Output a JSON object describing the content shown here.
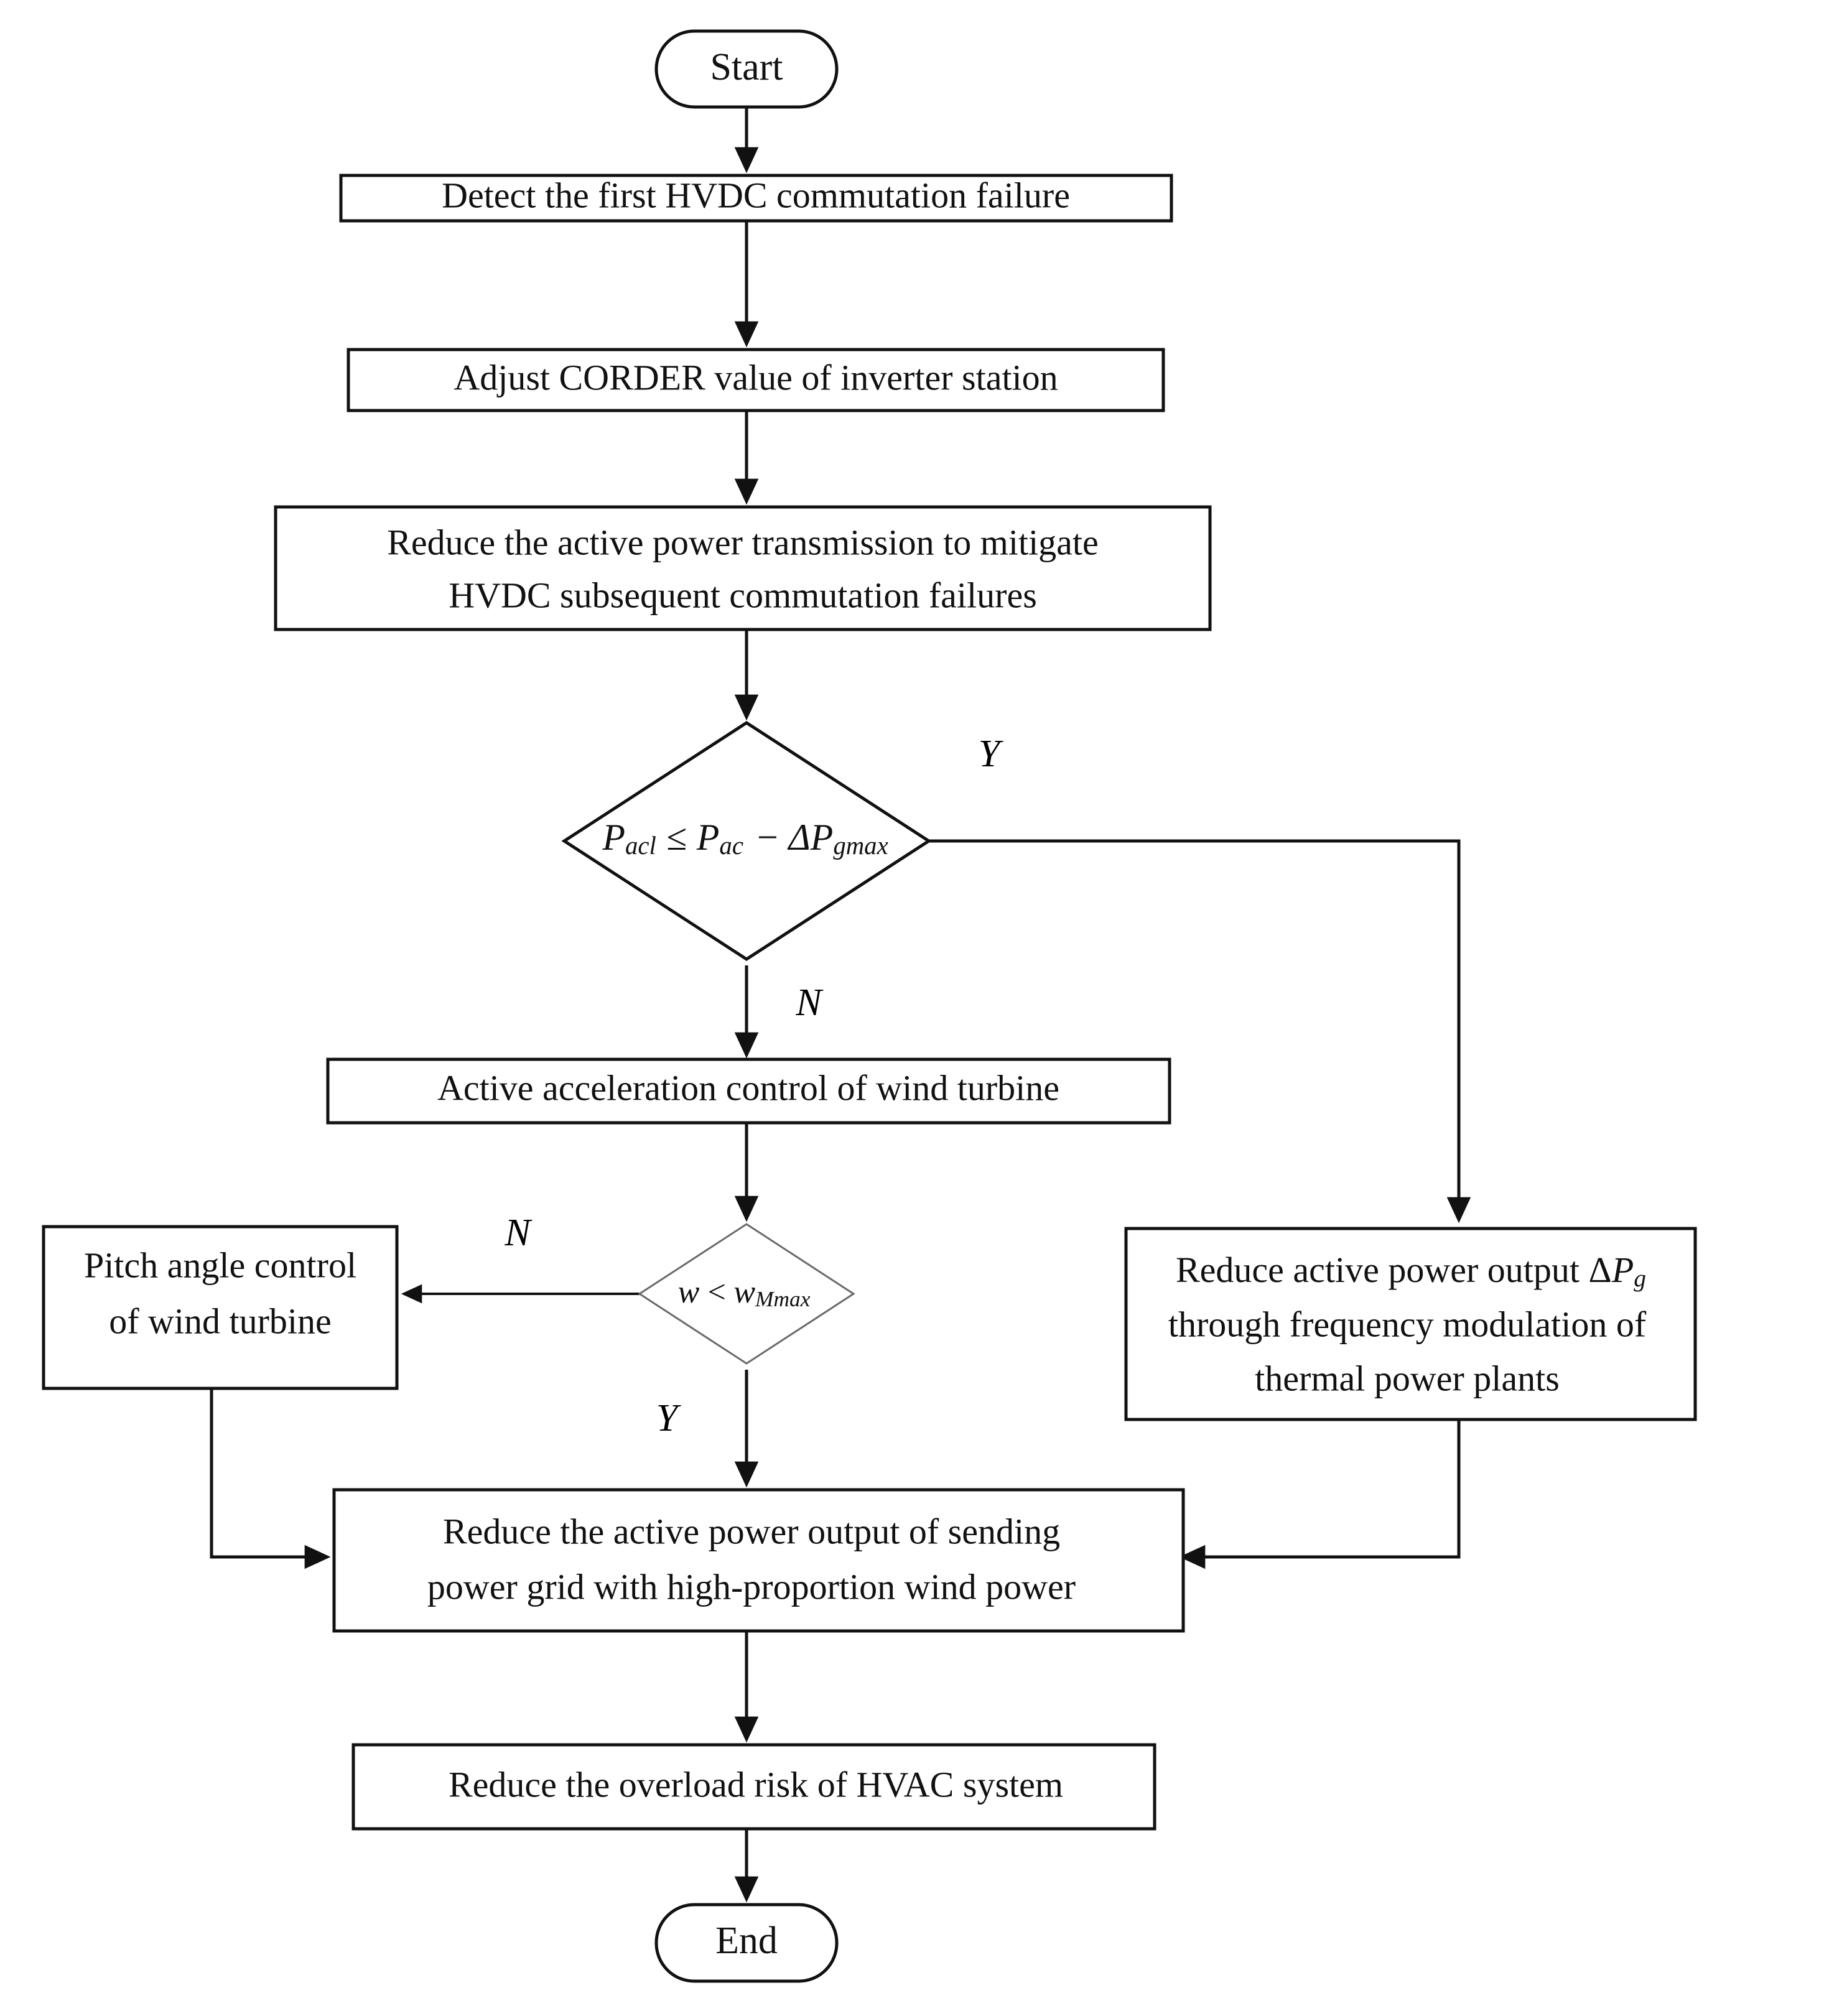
{
  "diagram": {
    "type": "flowchart",
    "orientation": "top-to-bottom",
    "nodes": {
      "start": {
        "id": "start",
        "shape": "terminator",
        "label": "Start"
      },
      "detect": {
        "id": "detect",
        "shape": "process",
        "label": "Detect the first HVDC commutation failure"
      },
      "corder": {
        "id": "corder",
        "shape": "process",
        "label": "Adjust CORDER value of inverter station"
      },
      "reduce_transmission": {
        "id": "reduce_transmission",
        "shape": "process",
        "line1": "Reduce the  active power transmission to mitigate",
        "line2": "HVDC subsequent commutation failures"
      },
      "decision_power": {
        "id": "decision_power",
        "shape": "decision",
        "formula_plain": "P_acl ≤ P_ac − ΔP_gmax",
        "lhs_var": "P",
        "lhs_sub": "ac",
        "lhs_sub_italic": "l",
        "operator": "≤",
        "rhs_var1": "P",
        "rhs_sub1": "ac",
        "minus": "−",
        "delta": "Δ",
        "rhs_var2": "P",
        "rhs_sub2": "gmax",
        "yes_label": "Y",
        "no_label": "N"
      },
      "accel_control": {
        "id": "accel_control",
        "shape": "process",
        "label": "Active acceleration control of wind turbine"
      },
      "decision_speed": {
        "id": "decision_speed",
        "shape": "decision",
        "formula_plain": "w < w_Mmax",
        "lhs_var": "w",
        "operator": "<",
        "rhs_var": "w",
        "rhs_sub_italic": "M",
        "rhs_sub_roman": "max",
        "yes_label": "Y",
        "no_label": "N"
      },
      "pitch_control": {
        "id": "pitch_control",
        "shape": "process",
        "line1": "Pitch angle control",
        "line2": "of wind turbine"
      },
      "thermal_fm": {
        "id": "thermal_fm",
        "shape": "process",
        "line1_pre": "Reduce active power output ",
        "line1_delta": "Δ",
        "line1_var": "P",
        "line1_sub": "g",
        "line2": "through frequency modulation of",
        "line3": "thermal power plants"
      },
      "reduce_output": {
        "id": "reduce_output",
        "shape": "process",
        "line1": "Reduce the active power output of sending",
        "line2": "power grid with high-proportion wind power"
      },
      "reduce_overload": {
        "id": "reduce_overload",
        "shape": "process",
        "label": "Reduce the overload risk of HVAC system"
      },
      "end": {
        "id": "end",
        "shape": "terminator",
        "label": "End"
      }
    },
    "edges": [
      {
        "from": "start",
        "to": "detect",
        "label": ""
      },
      {
        "from": "detect",
        "to": "corder",
        "label": ""
      },
      {
        "from": "corder",
        "to": "reduce_transmission",
        "label": ""
      },
      {
        "from": "reduce_transmission",
        "to": "decision_power",
        "label": ""
      },
      {
        "from": "decision_power",
        "to": "thermal_fm",
        "label": "Y"
      },
      {
        "from": "decision_power",
        "to": "accel_control",
        "label": "N"
      },
      {
        "from": "accel_control",
        "to": "decision_speed",
        "label": ""
      },
      {
        "from": "decision_speed",
        "to": "pitch_control",
        "label": "N"
      },
      {
        "from": "decision_speed",
        "to": "reduce_output",
        "label": "Y"
      },
      {
        "from": "pitch_control",
        "to": "reduce_output",
        "label": ""
      },
      {
        "from": "thermal_fm",
        "to": "reduce_output",
        "label": ""
      },
      {
        "from": "reduce_output",
        "to": "reduce_overload",
        "label": ""
      },
      {
        "from": "reduce_overload",
        "to": "end",
        "label": ""
      }
    ]
  },
  "colors": {
    "background": "#ffffff",
    "stroke": "#111111",
    "stroke_light": "#6a6a6a",
    "text": "#111111"
  }
}
